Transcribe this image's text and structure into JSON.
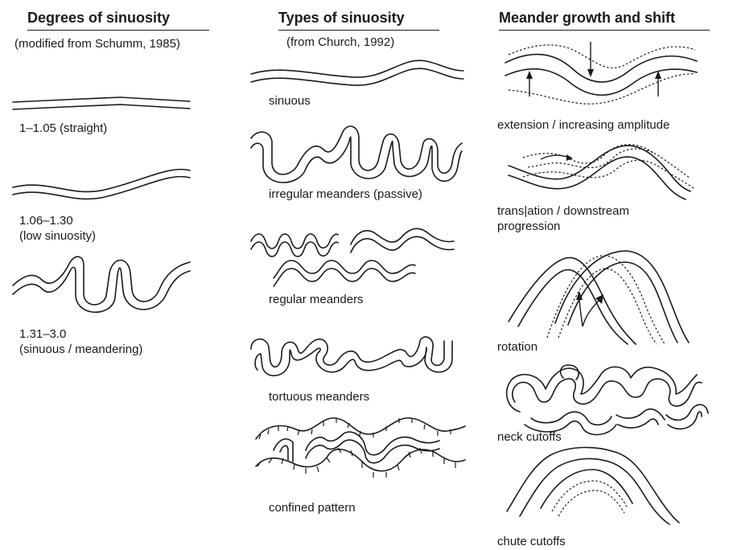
{
  "columns": [
    {
      "title": "Degrees of sinuosity",
      "subtitle": "(modified from Schumm, 1985)",
      "items": [
        {
          "label_lines": [
            "1–1.05 (straight)"
          ]
        },
        {
          "label_lines": [
            "1.06–1.30",
            "(low sinuosity)"
          ]
        },
        {
          "label_lines": [
            "1.31–3.0",
            "(sinuous / meandering)"
          ]
        }
      ]
    },
    {
      "title": "Types of sinuosity",
      "subtitle": "(from Church, 1992)",
      "items": [
        {
          "label_lines": [
            "sinuous"
          ]
        },
        {
          "label_lines": [
            "irregular meanders (passive)"
          ]
        },
        {
          "label_lines": [
            "regular meanders"
          ]
        },
        {
          "label_lines": [
            "tortuous meanders"
          ]
        },
        {
          "label_lines": [
            "confined pattern"
          ]
        }
      ]
    },
    {
      "title": "Meander growth and shift",
      "subtitle": "",
      "items": [
        {
          "label_lines": [
            "extension / increasing amplitude"
          ]
        },
        {
          "label_lines": [
            "trans|ation / downstream",
            "progression"
          ]
        },
        {
          "label_lines": [
            "rotation"
          ]
        },
        {
          "label_lines": [
            "neck cutoffs"
          ]
        },
        {
          "label_lines": [
            "chute cutoffs"
          ]
        }
      ]
    }
  ]
}
